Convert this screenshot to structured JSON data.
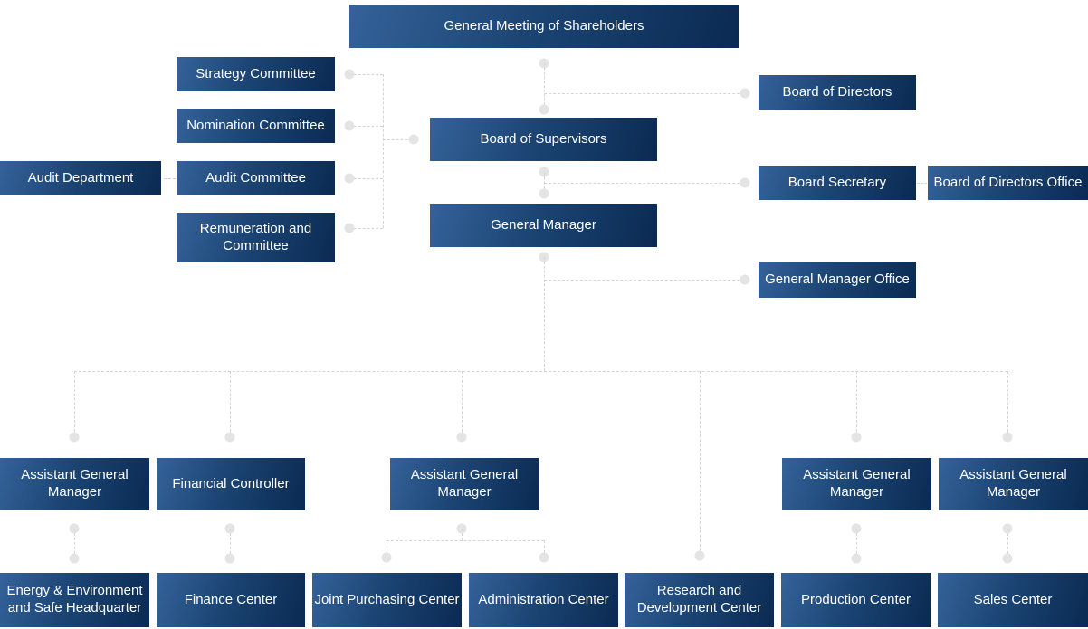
{
  "diagram": {
    "type": "org-chart",
    "nodes": {
      "general_meeting": {
        "label": "General Meeting of Shareholders"
      },
      "strategy_committee": {
        "label": "Strategy Committee"
      },
      "nomination_committee": {
        "label": "Nomination Committee"
      },
      "audit_committee": {
        "label": "Audit Committee"
      },
      "remuneration_committee": {
        "label": "Remuneration and Committee"
      },
      "audit_department": {
        "label": "Audit Department"
      },
      "board_of_supervisors": {
        "label": "Board of Supervisors"
      },
      "board_of_directors": {
        "label": "Board of Directors"
      },
      "board_secretary": {
        "label": "Board Secretary"
      },
      "board_of_directors_office": {
        "label": "Board of Directors Office"
      },
      "general_manager": {
        "label": "General Manager"
      },
      "general_manager_office": {
        "label": "General Manager Office"
      },
      "assistant_general_manager_1": {
        "label": "Assistant General Manager"
      },
      "financial_controller": {
        "label": "Financial Controller"
      },
      "assistant_general_manager_2": {
        "label": "Assistant General Manager"
      },
      "assistant_general_manager_3": {
        "label": "Assistant General Manager"
      },
      "assistant_general_manager_4": {
        "label": "Assistant General Manager"
      },
      "energy_environment_hq": {
        "label": "Energy & Environment and Safe Headquarter"
      },
      "finance_center": {
        "label": "Finance Center"
      },
      "joint_purchasing_center": {
        "label": "Joint Purchasing Center"
      },
      "administration_center": {
        "label": "Administration Center"
      },
      "research_development_center": {
        "label": "Research and Development Center"
      },
      "production_center": {
        "label": "Production Center"
      },
      "sales_center": {
        "label": "Sales Center"
      }
    },
    "colors": {
      "box_gradient_light": "#34629a",
      "box_gradient_dark": "#0a2a52",
      "connector_line": "#d5d5d5",
      "connector_dot": "#e4e4e4",
      "text": "#ffffff",
      "background": "#ffffff"
    }
  }
}
